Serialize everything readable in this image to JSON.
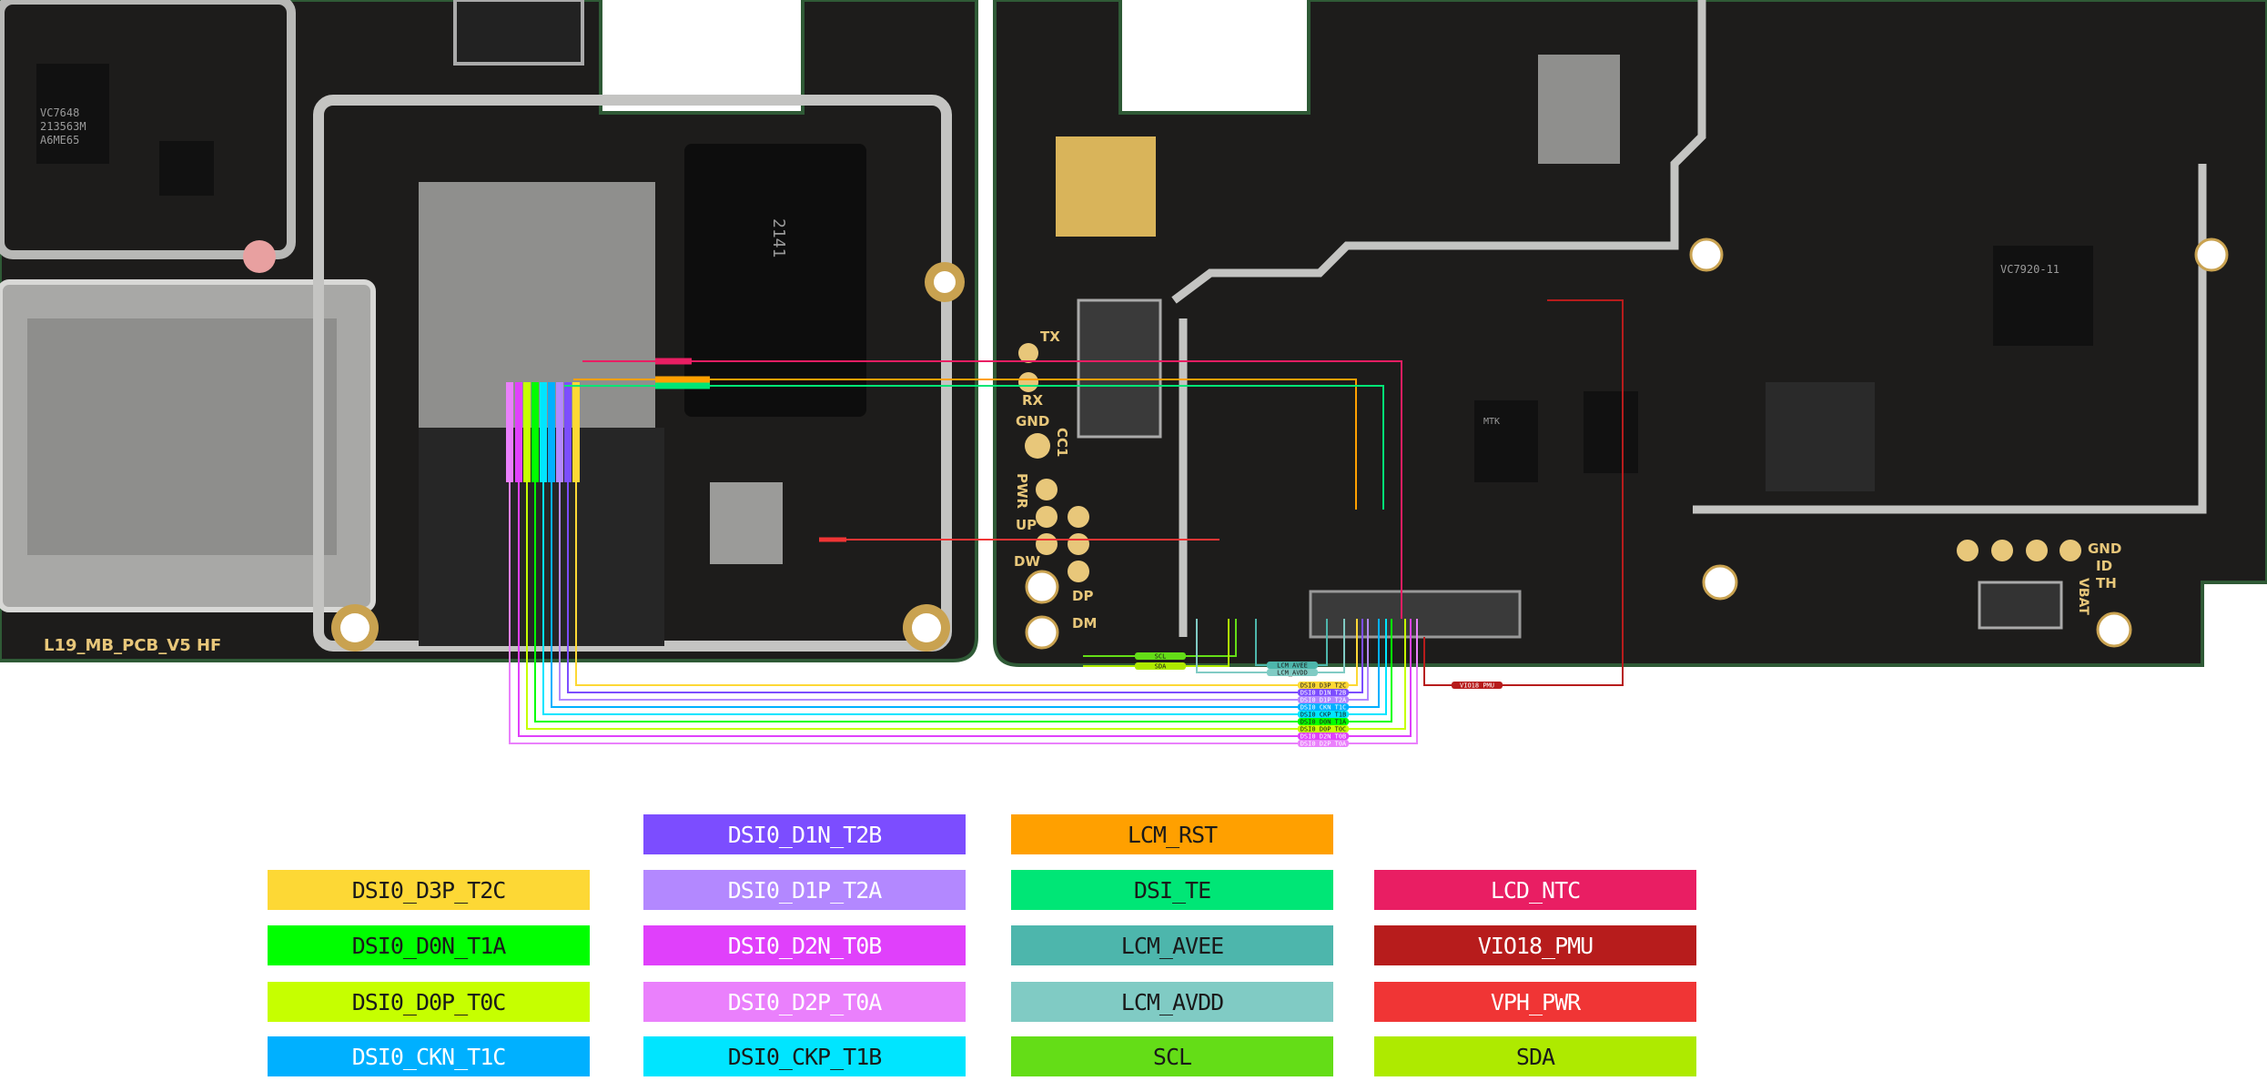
{
  "board": {
    "silkscreen": "L19_MB_PCB_V5 HF",
    "test_points_left": [
      "TX",
      "RX",
      "GND",
      "CC1",
      "PWR",
      "UP",
      "DW",
      "DP",
      "DM"
    ],
    "test_points_right": [
      "GND",
      "ID",
      "TH",
      "VBAT"
    ],
    "chip_markings": [
      "VC7648",
      "213563M",
      "A6ME65",
      "2141",
      "VC7920-11",
      "MTK"
    ]
  },
  "nets": [
    {
      "id": "d1n",
      "label": "DSI0_D1N_T2B",
      "color": "#7c4dff",
      "text": "#ffffff"
    },
    {
      "id": "rst",
      "label": "LCM_RST",
      "color": "#ffa000",
      "text": "#1a1a1a"
    },
    {
      "id": "d3p",
      "label": "DSI0_D3P_T2C",
      "color": "#fdd835",
      "text": "#1a1a1a"
    },
    {
      "id": "d1p",
      "label": "DSI0_D1P_T2A",
      "color": "#b388ff",
      "text": "#ffffff"
    },
    {
      "id": "te",
      "label": "DSI_TE",
      "color": "#00e676",
      "text": "#1a1a1a"
    },
    {
      "id": "ntc",
      "label": "LCD_NTC",
      "color": "#e91e63",
      "text": "#ffffff"
    },
    {
      "id": "d0n",
      "label": "DSI0_D0N_T1A",
      "color": "#00ff00",
      "text": "#1a1a1a"
    },
    {
      "id": "d2n",
      "label": "DSI0_D2N_T0B",
      "color": "#e040fb",
      "text": "#ffffff"
    },
    {
      "id": "avee",
      "label": "LCM_AVEE",
      "color": "#4db6ac",
      "text": "#1a1a1a"
    },
    {
      "id": "vio",
      "label": "VIO18_PMU",
      "color": "#b71c1c",
      "text": "#ffffff"
    },
    {
      "id": "d0p",
      "label": "DSI0_D0P_T0C",
      "color": "#c6ff00",
      "text": "#1a1a1a"
    },
    {
      "id": "d2p",
      "label": "DSI0_D2P_T0A",
      "color": "#ea80fc",
      "text": "#ffffff"
    },
    {
      "id": "avdd",
      "label": "LCM_AVDD",
      "color": "#80cbc4",
      "text": "#1a1a1a"
    },
    {
      "id": "vph",
      "label": "VPH_PWR",
      "color": "#f03535",
      "text": "#ffffff"
    },
    {
      "id": "ckn",
      "label": "DSI0_CKN_T1C",
      "color": "#00b0ff",
      "text": "#ffffff"
    },
    {
      "id": "ckp",
      "label": "DSI0_CKP_T1B",
      "color": "#00e5ff",
      "text": "#1a1a1a"
    },
    {
      "id": "scl",
      "label": "SCL",
      "color": "#64dd17",
      "text": "#1a1a1a"
    },
    {
      "id": "sda",
      "label": "SDA",
      "color": "#aeea00",
      "text": "#1a1a1a"
    }
  ]
}
